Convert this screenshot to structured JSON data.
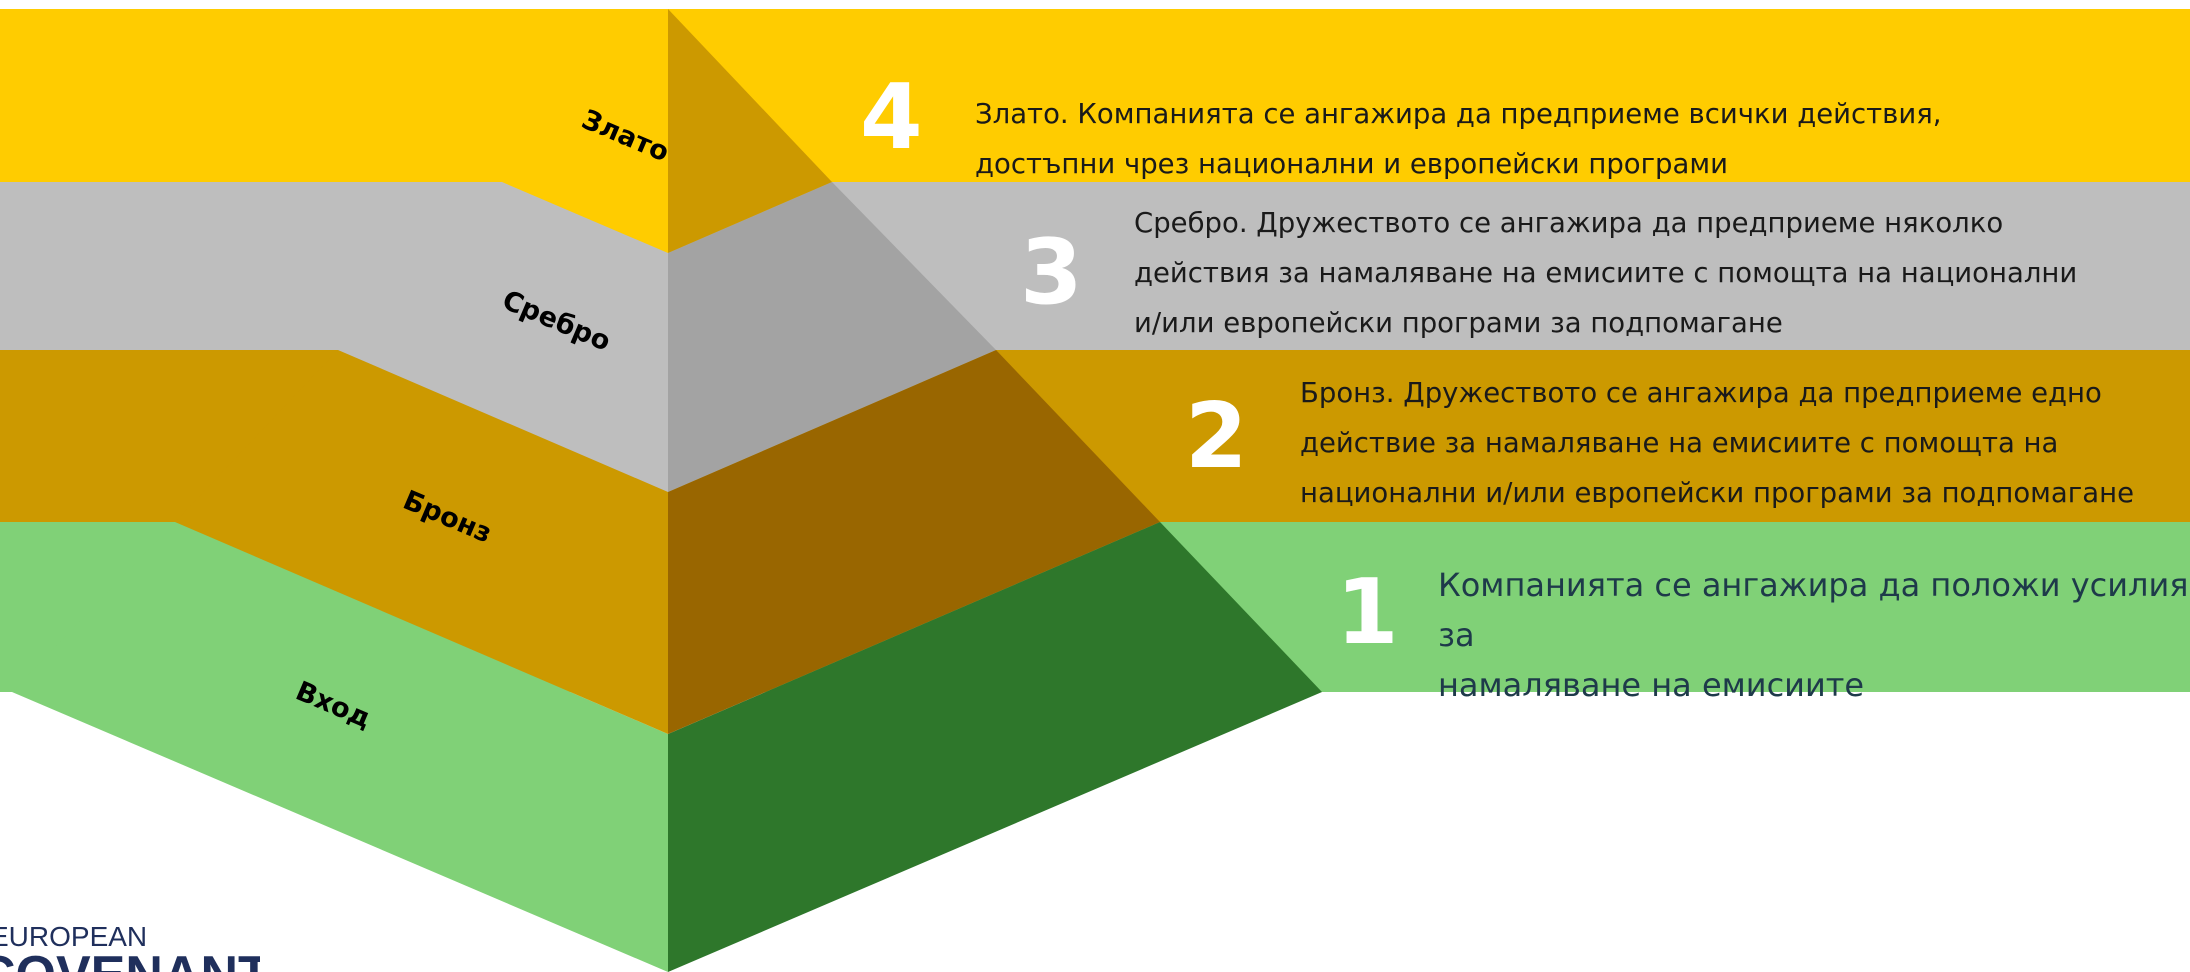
{
  "colors": {
    "gold": "#FFCC00",
    "gold_shade": "#CC9900",
    "silver": "#BEBEBE",
    "silver_shade": "#A3A3A3",
    "bronze": "#CC9900",
    "bronze_shade": "#996600",
    "green": "#80D177",
    "green_shade": "#2E772B"
  },
  "pyramid": {
    "levels": [
      {
        "label": "Злато"
      },
      {
        "label": "Сребро"
      },
      {
        "label": "Бронз"
      },
      {
        "label": "Вход"
      }
    ]
  },
  "bands": [
    {
      "number": "4",
      "lines": [
        "Злато. Компанията се ангажира да предприеме всички действия,",
        "достъпни чрез национални и европейски програми"
      ]
    },
    {
      "number": "3",
      "lines": [
        "Сребро. Дружеството се ангажира да предприеме няколко",
        "действия за намаляване на емисиите с помощта на национални",
        "и/или европейски програми за подпомагане"
      ]
    },
    {
      "number": "2",
      "lines": [
        "Бронз. Дружеството се ангажира да предприеме едно",
        "действие за намаляване на емисиите с помощта на",
        "национални и/или европейски програми за подпомагане"
      ]
    },
    {
      "number": "1",
      "lines": [
        "Компанията се ангажира да положи усилия за",
        "намаляване на емисиите"
      ]
    }
  ],
  "logo": {
    "line1": "EUROPEAN",
    "line2": "COVENANT"
  }
}
